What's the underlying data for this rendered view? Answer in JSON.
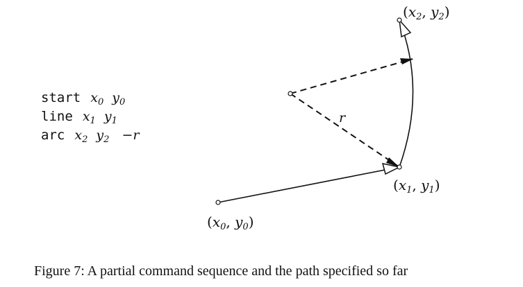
{
  "commands": [
    {
      "keyword": "start",
      "args": [
        {
          "base": "x",
          "sub": "0"
        },
        {
          "base": "y",
          "sub": "0"
        }
      ]
    },
    {
      "keyword": "line",
      "args": [
        {
          "base": "x",
          "sub": "1"
        },
        {
          "base": "y",
          "sub": "1"
        }
      ]
    },
    {
      "keyword": "arc",
      "args": [
        {
          "base": "x",
          "sub": "2"
        },
        {
          "base": "y",
          "sub": "2"
        }
      ],
      "tail": "−r"
    }
  ],
  "points": {
    "p0": {
      "x": "x",
      "xs": "0",
      "y": "y",
      "ys": "0"
    },
    "p1": {
      "x": "x",
      "xs": "1",
      "y": "y",
      "ys": "1"
    },
    "p2": {
      "x": "x",
      "xs": "2",
      "y": "y",
      "ys": "2"
    }
  },
  "radius_label": "r",
  "caption": "Figure 7: A partial command sequence and the path specified so far"
}
